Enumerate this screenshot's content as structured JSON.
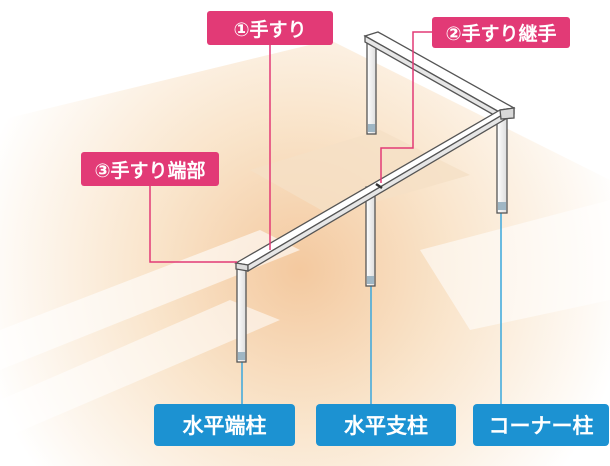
{
  "callouts": {
    "handrail": "①手すり",
    "joint": "②手すり継手",
    "end": "③手すり端部"
  },
  "posts": {
    "horizontal_end": "水平端柱",
    "horizontal_support": "水平支柱",
    "corner": "コーナー柱"
  },
  "colors": {
    "callout_pink": "#e23a76",
    "post_label_blue": "#1c92d2",
    "leader_pink": "#e23a76",
    "leader_blue": "#3aa7dc"
  }
}
